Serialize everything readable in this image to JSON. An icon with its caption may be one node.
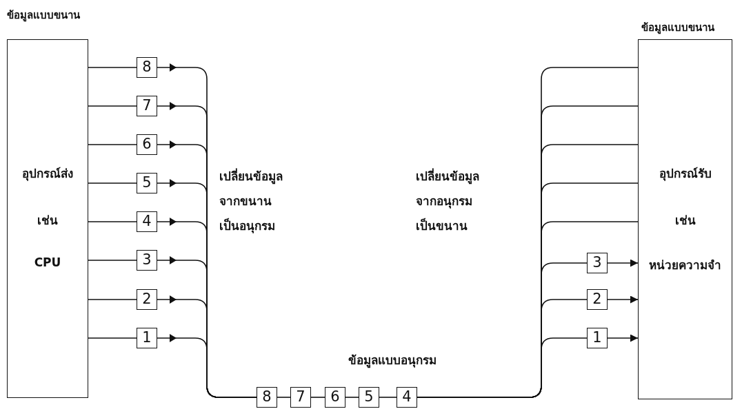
{
  "diagram": {
    "nodes": [
      {
        "text": [
          "ข้อมูลแบบขนาน",
          "อุปกรณ์ส่ง",
          "เช่น",
          "CPU"
        ]
      },
      {
        "text": [
          "8"
        ]
      },
      {
        "text": [
          "7"
        ]
      },
      {
        "text": [
          "6"
        ]
      },
      {
        "text": [
          "5"
        ]
      },
      {
        "text": [
          "4"
        ]
      },
      {
        "text": [
          "3"
        ]
      },
      {
        "text": [
          "2"
        ]
      },
      {
        "text": [
          "1"
        ]
      },
      {
        "text": [
          "8"
        ]
      },
      {
        "text": [
          "7"
        ]
      },
      {
        "text": [
          "6"
        ]
      },
      {
        "text": [
          "5"
        ]
      },
      {
        "text": [
          "4"
        ]
      },
      {
        "text": [
          "ข้อมูลแบบขนาน",
          "อุปกรณ์รับ",
          "เช่น",
          "หน่วยความจำ"
        ]
      },
      {
        "text": [
          "3"
        ]
      },
      {
        "text": [
          "2"
        ]
      },
      {
        "text": [
          "1"
        ]
      }
    ],
    "edges": [
      {
        "from": 0,
        "to": 1,
        "arrow": "none"
      },
      {
        "from": 0,
        "to": 2,
        "arrow": "none"
      },
      {
        "from": 0,
        "to": 3,
        "arrow": "none"
      },
      {
        "from": 0,
        "to": 4,
        "arrow": "none"
      },
      {
        "from": 0,
        "to": 5,
        "arrow": "none"
      },
      {
        "from": 0,
        "to": 6,
        "arrow": "none"
      },
      {
        "from": 0,
        "to": 7,
        "arrow": "none"
      },
      {
        "from": 0,
        "to": 8,
        "arrow": "none"
      },
      {
        "from": 1,
        "to": 9,
        "arrow": "to"
      },
      {
        "from": 2,
        "to": 9,
        "arrow": "to"
      },
      {
        "from": 3,
        "to": 9,
        "arrow": "to"
      },
      {
        "from": 4,
        "to": 9,
        "arrow": "to"
      },
      {
        "from": 5,
        "to": 9,
        "arrow": "to"
      },
      {
        "from": 6,
        "to": 9,
        "arrow": "to"
      },
      {
        "from": 7,
        "to": 9,
        "arrow": "to"
      },
      {
        "from": 8,
        "to": 9,
        "arrow": "to"
      },
      {
        "from": 9,
        "to": 10,
        "arrow": "none"
      },
      {
        "from": 10,
        "to": 11,
        "arrow": "none"
      },
      {
        "from": 11,
        "to": 12,
        "arrow": "none"
      },
      {
        "from": 12,
        "to": 13,
        "arrow": "none"
      },
      {
        "from": 13,
        "to": 14,
        "arrow": "none"
      },
      {
        "from": 13,
        "to": 14,
        "arrow": "none"
      },
      {
        "from": 13,
        "to": 14,
        "arrow": "none"
      },
      {
        "from": 13,
        "to": 14,
        "arrow": "none"
      },
      {
        "from": 13,
        "to": 14,
        "arrow": "none"
      },
      {
        "from": 13,
        "to": 15,
        "arrow": "none"
      },
      {
        "from": 13,
        "to": 16,
        "arrow": "none"
      },
      {
        "from": 13,
        "to": 17,
        "arrow": "none"
      },
      {
        "from": 15,
        "to": 14,
        "arrow": "to"
      },
      {
        "from": 16,
        "to": 14,
        "arrow": "to"
      },
      {
        "from": 17,
        "to": 14,
        "arrow": "to"
      }
    ],
    "labels": [
      "เปลี่ยนข้อมูล จากขนาน เป็นอนุกรม",
      "เปลี่ยนข้อมูล จากอนุกรม เป็นขนาน",
      "ข้อมูลแบบอนุกรม"
    ]
  }
}
